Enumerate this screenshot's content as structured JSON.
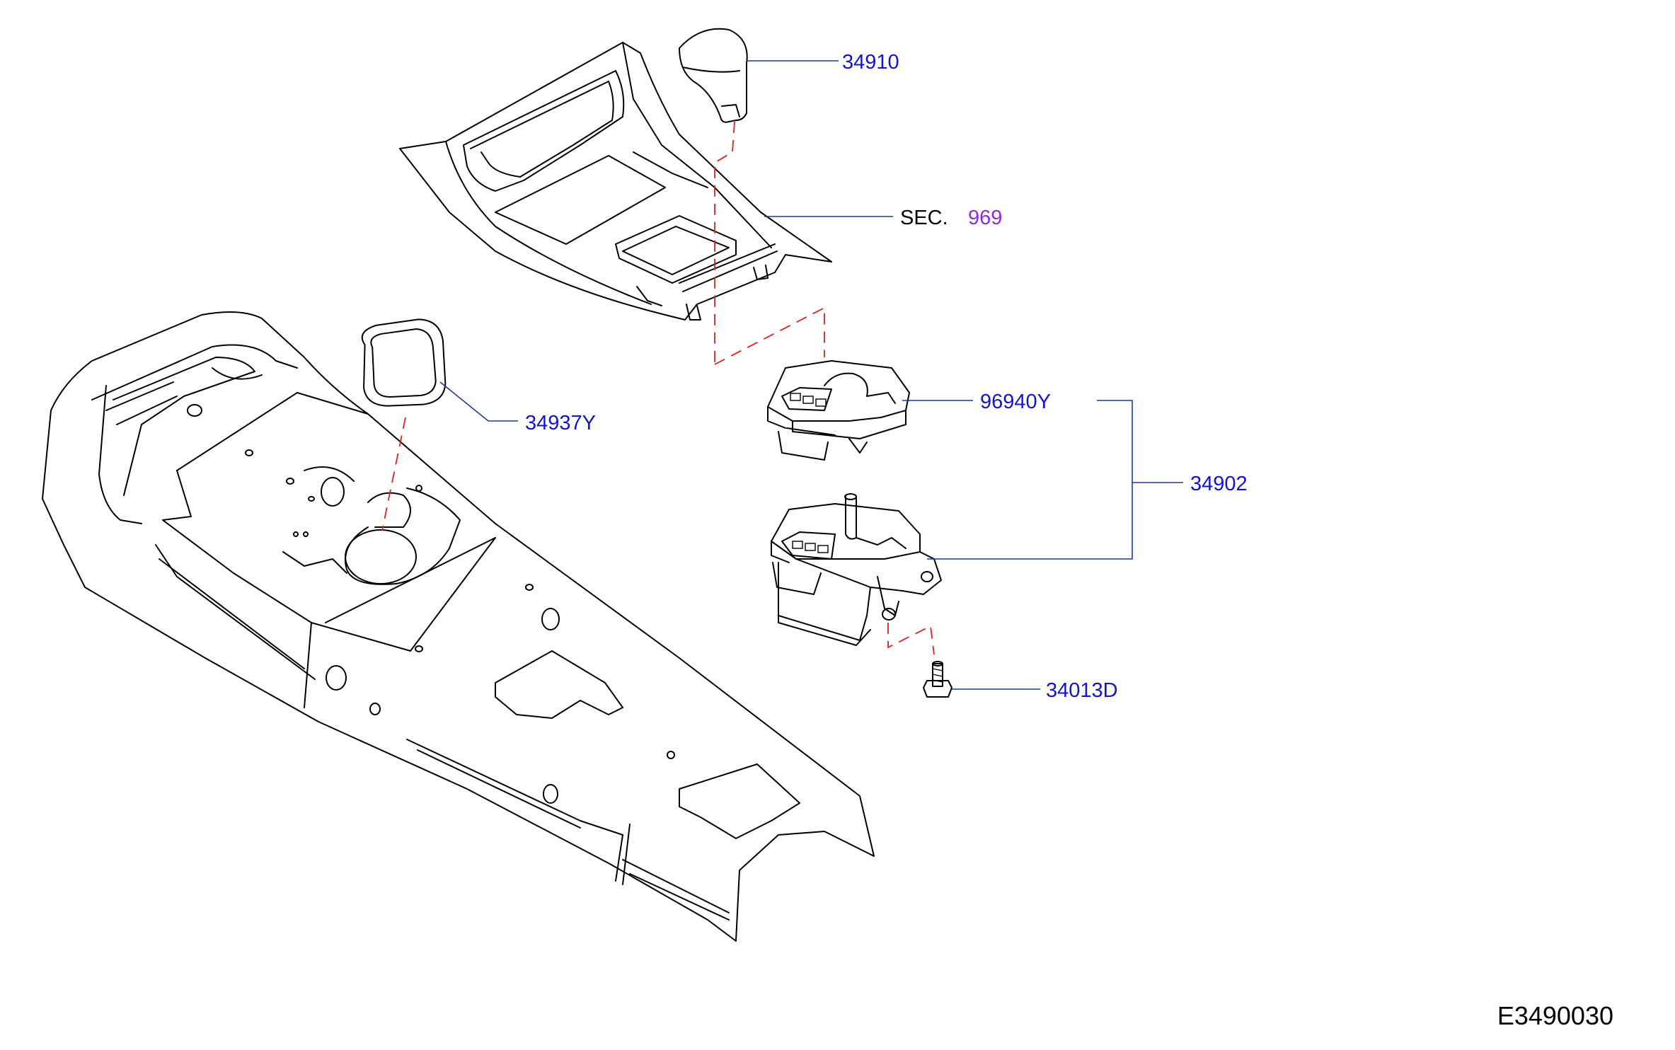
{
  "labels": {
    "knob": "34910",
    "sec_prefix": "SEC.",
    "sec_number": "969",
    "boot": "34937Y",
    "indicator": "96940Y",
    "assembly": "34902",
    "bolt": "34013D"
  },
  "diagram_code": "E3490030",
  "colors": {
    "label_blue": "#1414d0",
    "section_purple": "#8a2be2",
    "section_black": "#000000",
    "leader_line": "#1f3a8f",
    "guide_dashes": "#e02020"
  }
}
